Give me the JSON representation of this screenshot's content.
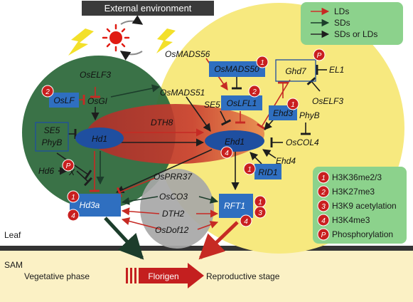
{
  "header": {
    "external_environment": "External environment"
  },
  "legend_top": {
    "items": [
      {
        "label": "LDs",
        "color": "#d0302b"
      },
      {
        "label": "SDs",
        "color": "#1c3d2b"
      },
      {
        "label": "SDs or LDs",
        "color": "#2a2a2a"
      }
    ]
  },
  "legend_marks": {
    "items": [
      {
        "num": "1",
        "label": "H3K36me2/3"
      },
      {
        "num": "2",
        "label": "H3K27me3"
      },
      {
        "num": "3",
        "label": "H3K9 acetylation"
      },
      {
        "num": "4",
        "label": "H3K4me3"
      },
      {
        "num": "P",
        "label": "Phosphorylation"
      }
    ]
  },
  "genes": {
    "OsELF3_left": "OsELF3",
    "OsLF": "OsLF",
    "OsGI": "OsGI",
    "SE5": "SE5",
    "PhyB": "PhyB",
    "Hd1": "Hd1",
    "Hd6": "Hd6",
    "X": "X",
    "DTH8": "DTH8",
    "OsMADS56": "OsMADS56",
    "OsMADS50": "OsMADS50",
    "OsMADS51": "OsMADS51",
    "SE5_right": "SE5",
    "OsLFL1": "OsLFL1",
    "Ghd7": "Ghd7",
    "EL1": "EL1",
    "OsELF3_right": "OsELF3",
    "Ehd3": "Ehd3",
    "PhyB_right": "PhyB",
    "Ehd1": "Ehd1",
    "OsCOL4": "OsCOL4",
    "Ehd4": "Ehd4",
    "RID1": "RID1",
    "OsPRR37": "OsPRR37",
    "OsCO3": "OsCO3",
    "DTH2": "DTH2",
    "OsDof12": "OsDof12",
    "Hd3a": "Hd3a",
    "RFT1": "RFT1"
  },
  "badges": {
    "oslf": "2",
    "hd6": "P",
    "osmads56": "1",
    "oslfl1": "2",
    "ghd7": "P",
    "ehd3": "1",
    "ehd1": "4",
    "rid1": "1",
    "hd3a_1": "1",
    "hd3a_4": "4",
    "rft1_1": "1",
    "rft1_3": "3",
    "rft1_4": "4"
  },
  "regions": {
    "leaf": "Leaf",
    "sam": "SAM",
    "vegetative": "Vegetative phase",
    "florigen": "Florigen",
    "reproductive": "Reproductive stage"
  },
  "colors": {
    "green_circle": "#2f6a3d",
    "yellow_circle": "#f7e97f",
    "grey_circle": "#a7a7a7",
    "red_ellipse": "#c4302a",
    "gene_box": "#2f6fc0",
    "ellipse_node": "#1f4fa0",
    "badge": "#c91f1f",
    "legend_bg": "#8cd28c",
    "sam_bg": "#fbf1c5",
    "florigen": "#c41f1f"
  }
}
